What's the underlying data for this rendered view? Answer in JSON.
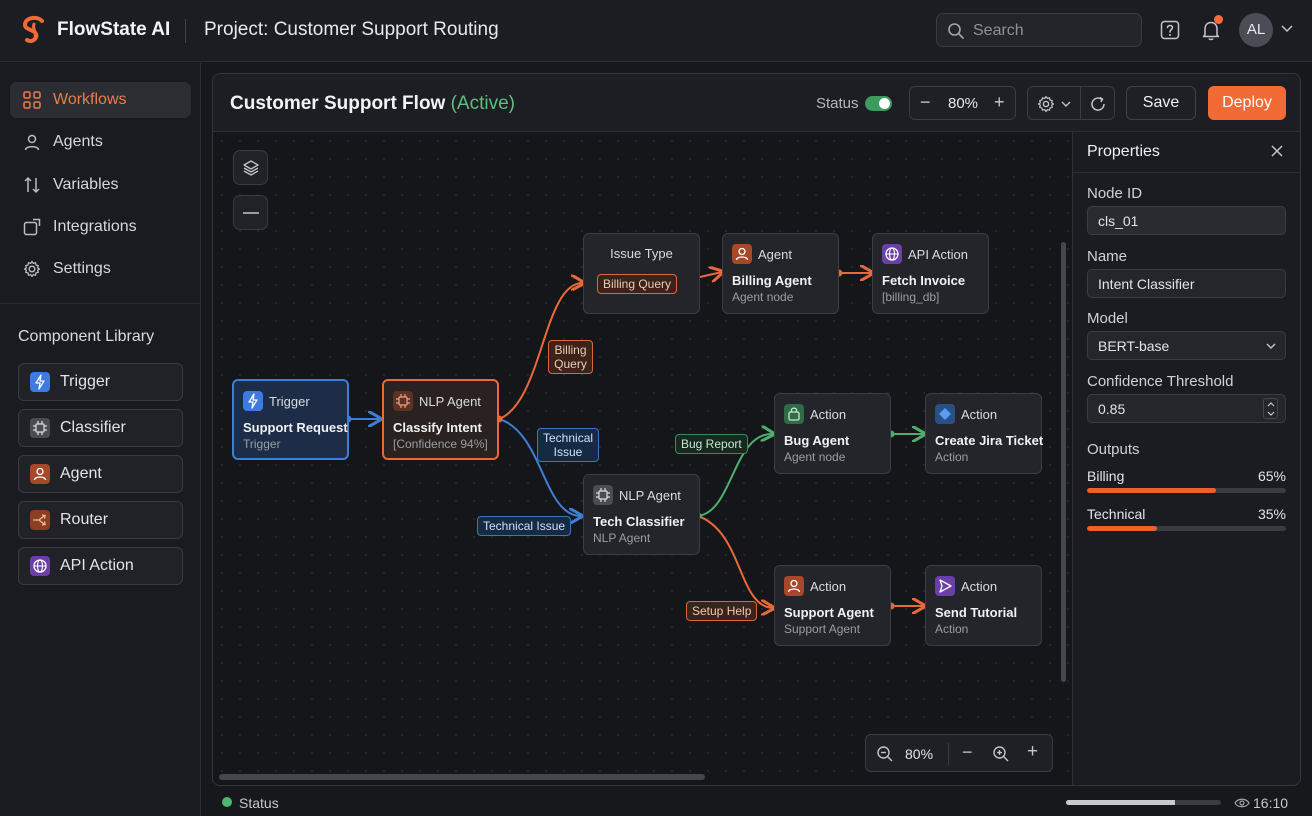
{
  "header": {
    "brand": "FlowState AI",
    "project": "Project: Customer Support Routing",
    "search_placeholder": "Search",
    "avatar_initials": "AL",
    "notification_dot": true
  },
  "sidebar": {
    "items": [
      {
        "label": "Workflows",
        "icon": "workflows-icon",
        "active": true
      },
      {
        "label": "Agents",
        "icon": "user-icon"
      },
      {
        "label": "Variables",
        "icon": "sort-arrows-icon"
      },
      {
        "label": "Integrations",
        "icon": "integrations-icon"
      },
      {
        "label": "Settings",
        "icon": "gear-icon"
      }
    ],
    "library_title": "Component Library",
    "library": [
      {
        "label": "Trigger",
        "icon": "lightning-icon",
        "color": "#3d7be0"
      },
      {
        "label": "Classifier",
        "icon": "chip-icon",
        "color": "#4a4c53"
      },
      {
        "label": "Agent",
        "icon": "user-icon",
        "color": "#a8482a"
      },
      {
        "label": "Router",
        "icon": "router-icon",
        "color": "#8c3f23"
      },
      {
        "label": "API Action",
        "icon": "globe-icon",
        "color": "#6b3fa8"
      }
    ]
  },
  "flow": {
    "title": "Customer Support Flow",
    "status": "(Active)",
    "status_label": "Status",
    "status_on": true,
    "zoom": "80%",
    "save_label": "Save",
    "deploy_label": "Deploy"
  },
  "nodes": {
    "trigger": {
      "type": "Trigger",
      "title": "Support Request",
      "sub": "Trigger"
    },
    "classify": {
      "type": "NLP Agent",
      "title": "Classify Intent",
      "sub": "[Confidence 94%]"
    },
    "issue_type": {
      "type": "Issue Type",
      "badge": "Billing Query"
    },
    "billing_agent": {
      "type": "Agent",
      "title": "Billing Agent",
      "sub": "Agent node"
    },
    "fetch_invoice": {
      "type": "API Action",
      "title": "Fetch Invoice",
      "sub": "[billing_db]"
    },
    "tech_classifier": {
      "type": "NLP Agent",
      "title": "Tech Classifier",
      "sub": "NLP Agent"
    },
    "bug_agent": {
      "type": "Action",
      "title": "Bug Agent",
      "sub": "Agent node"
    },
    "jira": {
      "type": "Action",
      "title": "Create Jira Ticket",
      "sub": "Action"
    },
    "support_agent": {
      "type": "Action",
      "title": "Support Agent",
      "sub": "Support Agent"
    },
    "tutorial": {
      "type": "Action",
      "title": "Send Tutorial",
      "sub": "Action"
    }
  },
  "edge_labels": {
    "billing_query": "Billing Query",
    "technical_issue_a": "Technical Issue",
    "technical_issue_b": "Technical Issue",
    "bug_report": "Bug Report",
    "setup_help": "Setup Help"
  },
  "canvas_zoom": "80%",
  "properties": {
    "title": "Properties",
    "node_id_label": "Node ID",
    "node_id": "cls_01",
    "name_label": "Name",
    "name": "Intent Classifier",
    "model_label": "Model",
    "model": "BERT-base",
    "threshold_label": "Confidence Threshold",
    "threshold": "0.85",
    "outputs_label": "Outputs",
    "outputs": [
      {
        "label": "Billing",
        "value": "65%",
        "fraction": 0.65
      },
      {
        "label": "Technical",
        "value": "35%",
        "fraction": 0.35
      }
    ]
  },
  "footer": {
    "status": "Status",
    "progress": 0.7,
    "time": "16:10"
  },
  "colors": {
    "accent": "#f26a35",
    "active_green": "#5fbf7e",
    "edge_orange": "#e8693a",
    "edge_blue": "#3e7fd6",
    "edge_green": "#4fae6e"
  }
}
